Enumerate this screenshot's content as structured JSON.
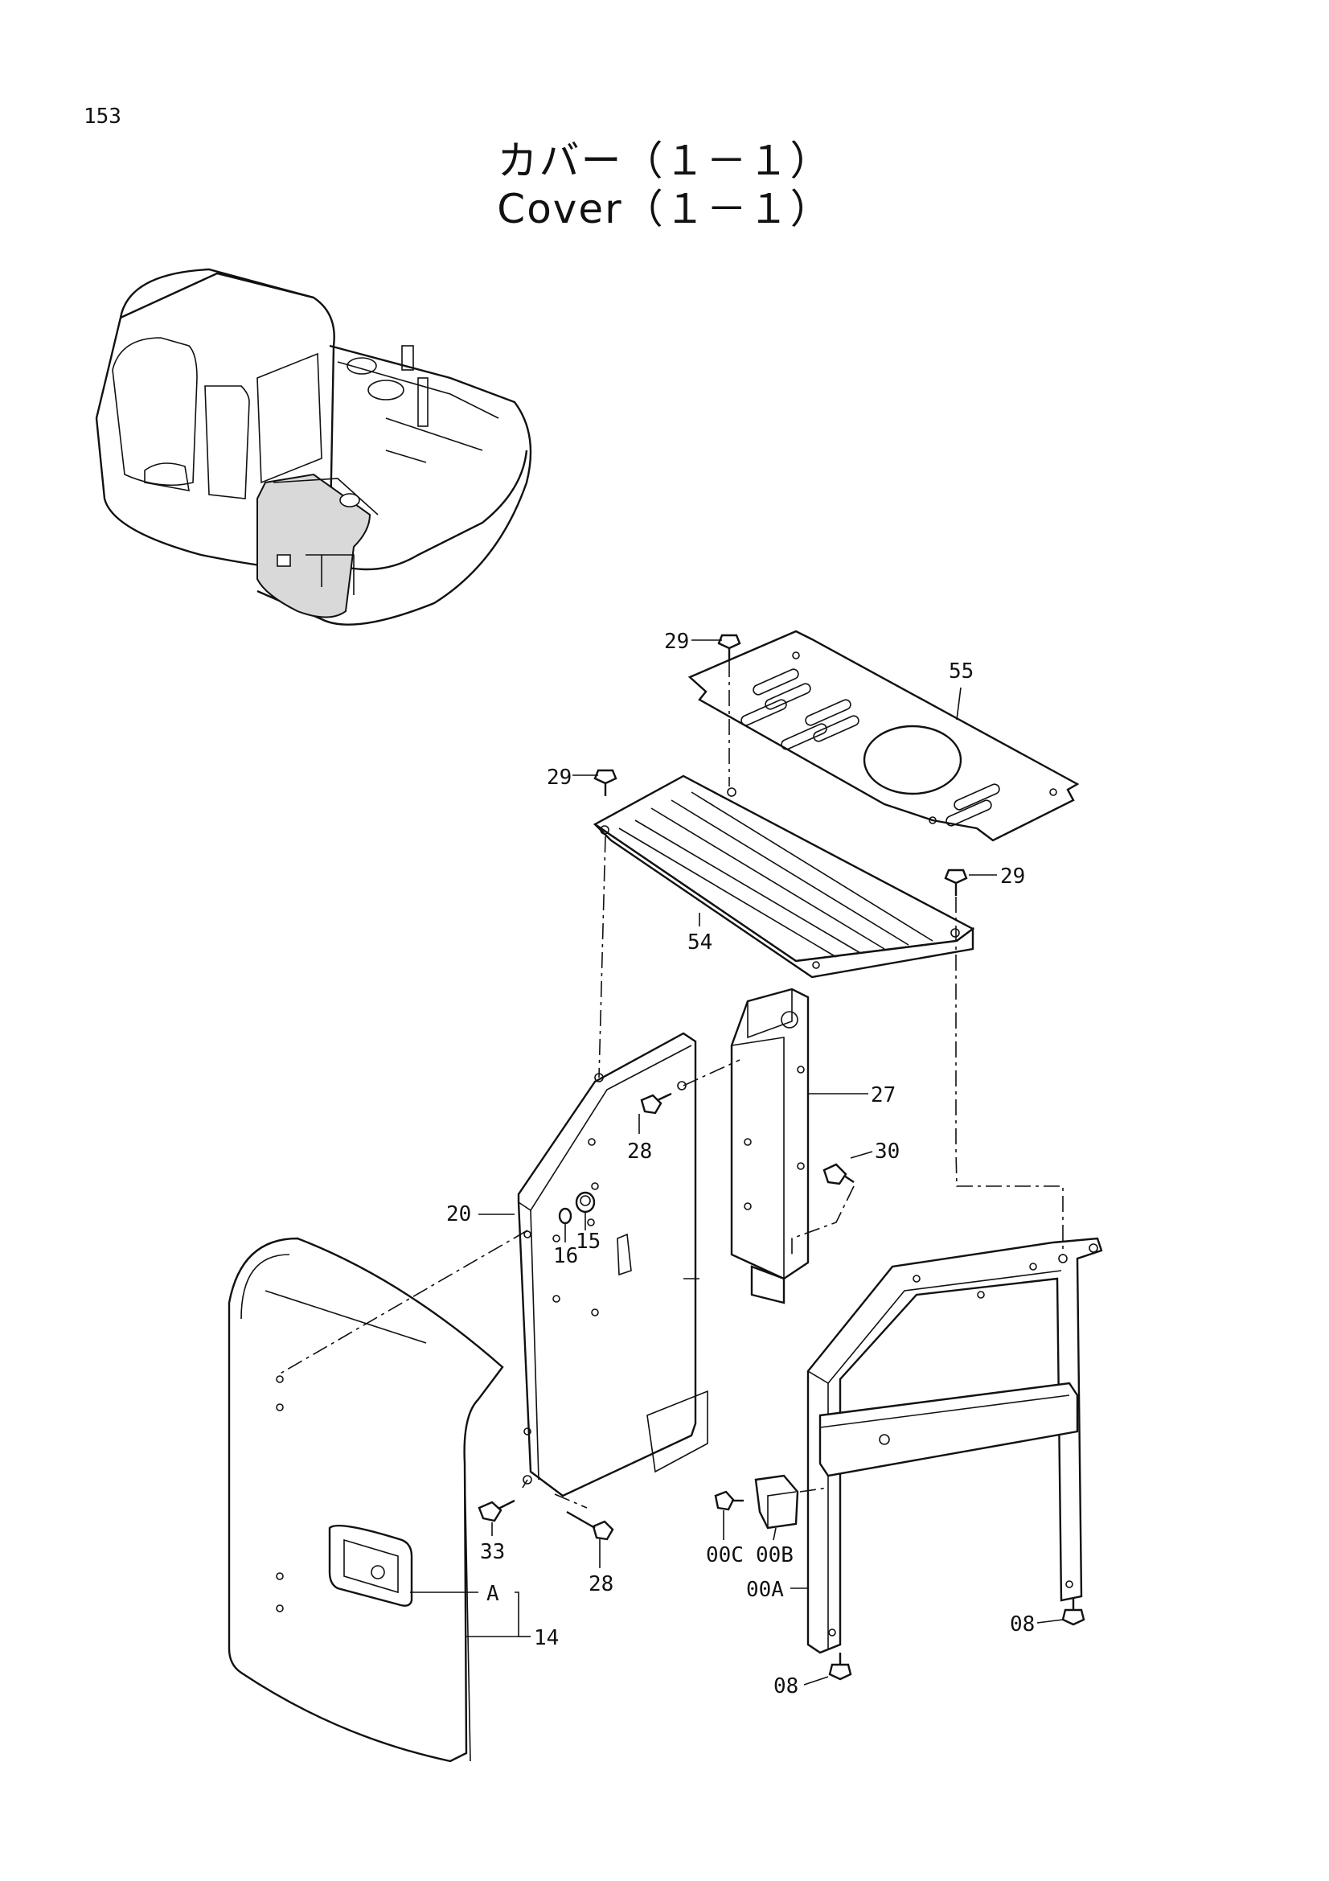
{
  "page_number": "153",
  "title_ja": "カバー（１－１）",
  "title_en": "Cover（１－１）",
  "callouts": {
    "c29a": "29",
    "c29b": "29",
    "c29c": "29",
    "c55": "55",
    "c54": "54",
    "c27": "27",
    "c28a": "28",
    "c30": "30",
    "c20": "20",
    "c16": "16",
    "c15": "15",
    "c33": "33",
    "c28b": "28",
    "c00C": "00C",
    "c00B": "00B",
    "c00A": "00A",
    "cA": "A",
    "c14": "14",
    "c08a": "08",
    "c08b": "08"
  }
}
